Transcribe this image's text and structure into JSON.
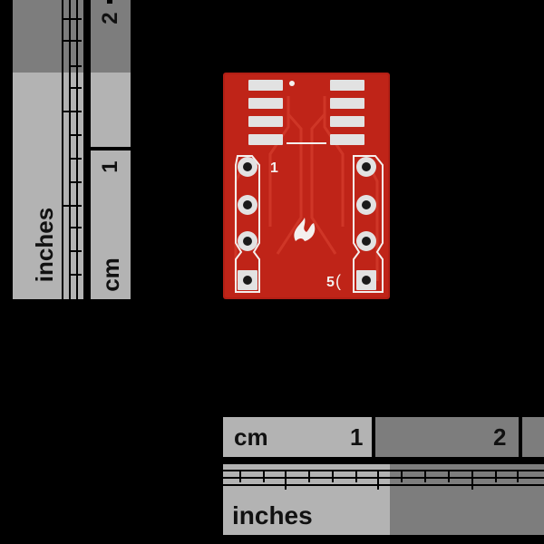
{
  "rulers": {
    "left_inches_label": "inches",
    "left_cm_label": "cm",
    "left_cm_mark_1": "1",
    "left_cm_mark_2": "2",
    "bottom_cm_label": "cm",
    "bottom_cm_mark_1": "1",
    "bottom_cm_mark_2": "2",
    "bottom_inches_label": "inches"
  },
  "board": {
    "pin_label_1": "1",
    "pin_label_5": "5",
    "colors": {
      "pcb": "#b21f15",
      "silk": "#f4f0ee",
      "pad": "#e2e2e2",
      "hole": "#1a1a1a"
    }
  }
}
